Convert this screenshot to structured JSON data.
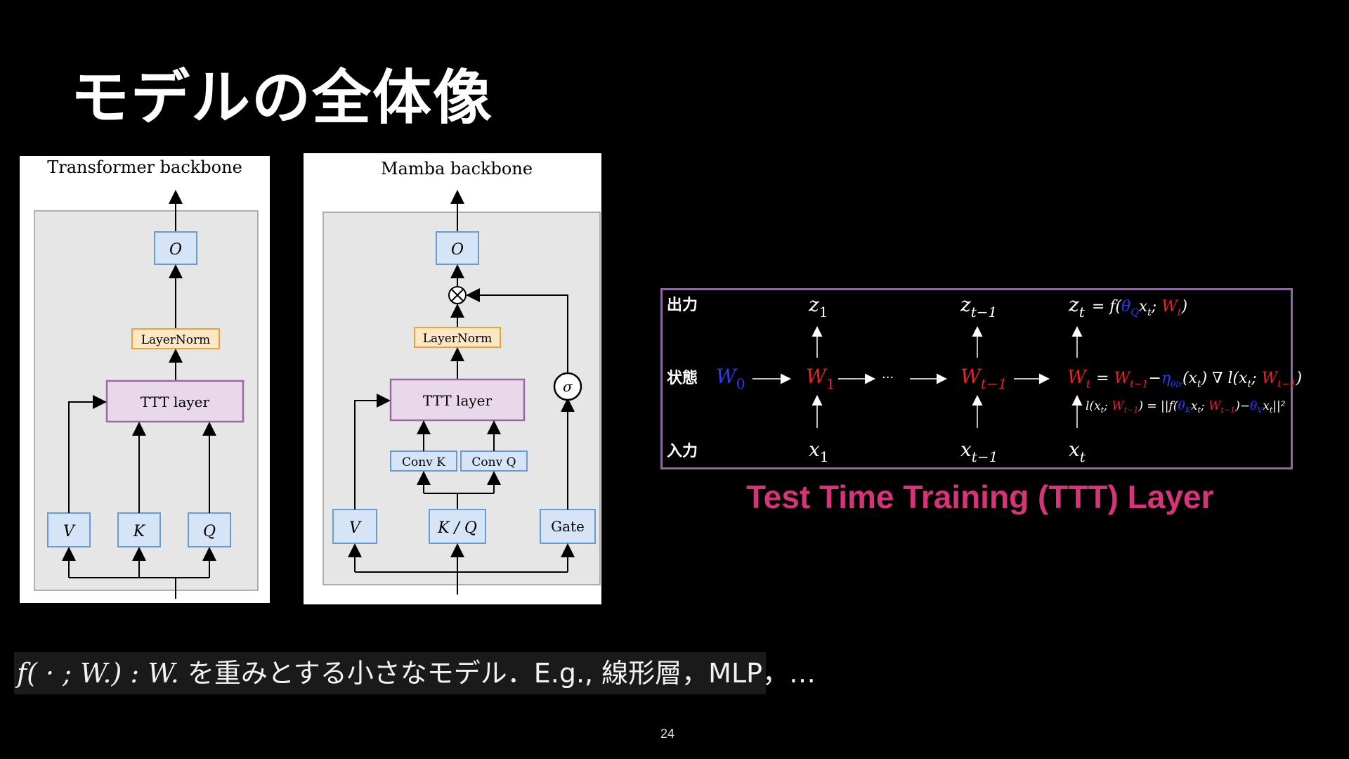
{
  "slide": {
    "title": "モデルの全体像",
    "page_number": "24"
  },
  "transformer": {
    "title": "Transformer backbone",
    "output": "O",
    "layernorm": "LayerNorm",
    "ttt_layer": "TTT layer",
    "inputs": [
      "V",
      "K",
      "Q"
    ]
  },
  "mamba": {
    "title": "Mamba backbone",
    "output": "O",
    "multiply": "⊗",
    "layernorm": "LayerNorm",
    "ttt_layer": "TTT layer",
    "sigma": "σ",
    "conv_k": "Conv K",
    "conv_q": "Conv Q",
    "inputs": [
      "V",
      "K / Q",
      "Gate"
    ]
  },
  "ttt_diagram": {
    "row_labels": {
      "output": "出力",
      "state": "状態",
      "input": "入力"
    },
    "outputs": [
      "z1",
      "zt−1",
      "zt = f(θQ xt; Wt)"
    ],
    "states": [
      "W0",
      "W1",
      "···",
      "Wt−1",
      "Wt = Wt−1 − ηθlr(xt) ∇ l(xt; Wt−1)"
    ],
    "loss": "l(xt; Wt−1) = ||f(θK xt; Wt−1) − θV xt||²",
    "inputs": [
      "x1",
      "xt−1",
      "xt"
    ],
    "caption": "Test Time Training (TTT) Layer",
    "colors": {
      "blue": "#2a3cf0",
      "red": "#e8202a",
      "caption": "#d6347a",
      "border": "#8e6aa0"
    }
  },
  "footer": {
    "math": "f( · ; W.) : W.",
    "text": " を重みとする小さなモデル．E.g., 線形層，MLP，…"
  }
}
